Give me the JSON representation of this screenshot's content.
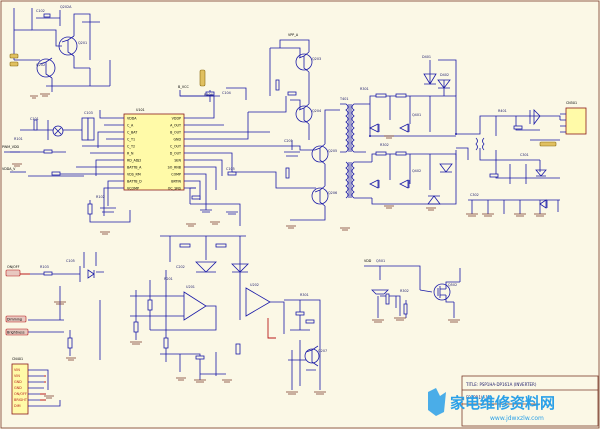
{
  "ic_main": {
    "ref": "U101",
    "left_pins": [
      "VDDA",
      "C_A",
      "C_BAT",
      "C_T1",
      "C_T2",
      "R_N",
      "RD_ADJ2",
      "BATTB_A",
      "VDS_RM",
      "BATTB_D",
      "VCOMP"
    ],
    "right_pins": [
      "VDDP",
      "A_OUT",
      "B_OUT",
      "GND",
      "C_OUT",
      "D_OUT",
      "SEN",
      "SO_RNB",
      "COMP",
      "BRTIN",
      "OC_SNS"
    ]
  },
  "signals": {
    "pwm_vdd": "PWM_VDD",
    "b_vcc": "B_VCC",
    "vdd_v": "VDDA_V",
    "vpp_a": "VPP_A",
    "on_off": "ON/OFF",
    "dimming": "Dimming",
    "brightness": "Brightness",
    "vdd": "VDD"
  },
  "connectors": {
    "cn1": "CN401",
    "cn2": "CN501",
    "cn1_pins": [
      "VIN",
      "VIN",
      "GND",
      "GND",
      "ON/OFF",
      "BRIGHT",
      "DIM"
    ]
  },
  "title_block": {
    "line1": "TITLE: PSP1HA-DP161A (INVERTER)",
    "line2": "FP1PR1U-1P"
  },
  "watermark": {
    "main": "家电维修资料网",
    "sub": "www.jdwxzlw.com"
  },
  "colors": {
    "wire": "#1a1aa8",
    "background": "#fbf8e6",
    "ic_fill": "#fffaa8",
    "watermark": "#2aa0e8"
  },
  "refs": {
    "q_top": [
      "Q201",
      "Q202",
      "Q203",
      "Q204",
      "Q205",
      "Q206",
      "Q207"
    ],
    "transformers": [
      "T401",
      "T501"
    ],
    "mosfets": [
      "Q401",
      "Q402",
      "Q501",
      "Q502"
    ],
    "opamps": [
      "U201",
      "U202"
    ],
    "caps": [
      "C101",
      "C102",
      "C103",
      "C104",
      "C105",
      "C201",
      "C202",
      "C203",
      "C301",
      "C302"
    ],
    "res": [
      "R101",
      "R102",
      "R103",
      "R104",
      "R105",
      "R201",
      "R202",
      "R203",
      "R301",
      "R302"
    ]
  }
}
